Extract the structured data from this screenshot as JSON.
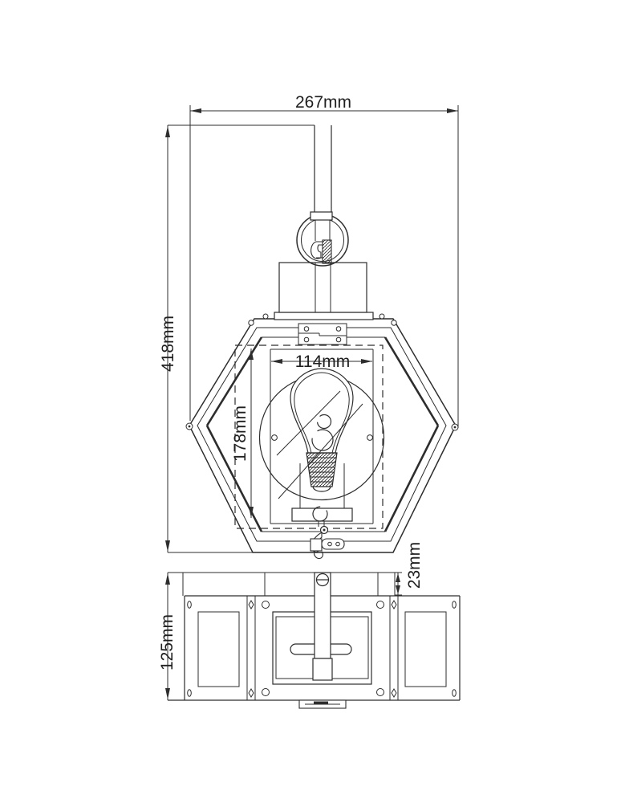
{
  "drawing": {
    "kind": "wall-lantern-dimension-drawing",
    "colors": {
      "line": "#2d2d2d",
      "text": "#1f1f1f",
      "background": "#ffffff"
    },
    "dims": {
      "overall_width": "267mm",
      "overall_height": "418mm",
      "glass_width": "114mm",
      "glass_height": "178mm",
      "backplate_depth": "23mm",
      "body_depth": "125mm"
    }
  }
}
